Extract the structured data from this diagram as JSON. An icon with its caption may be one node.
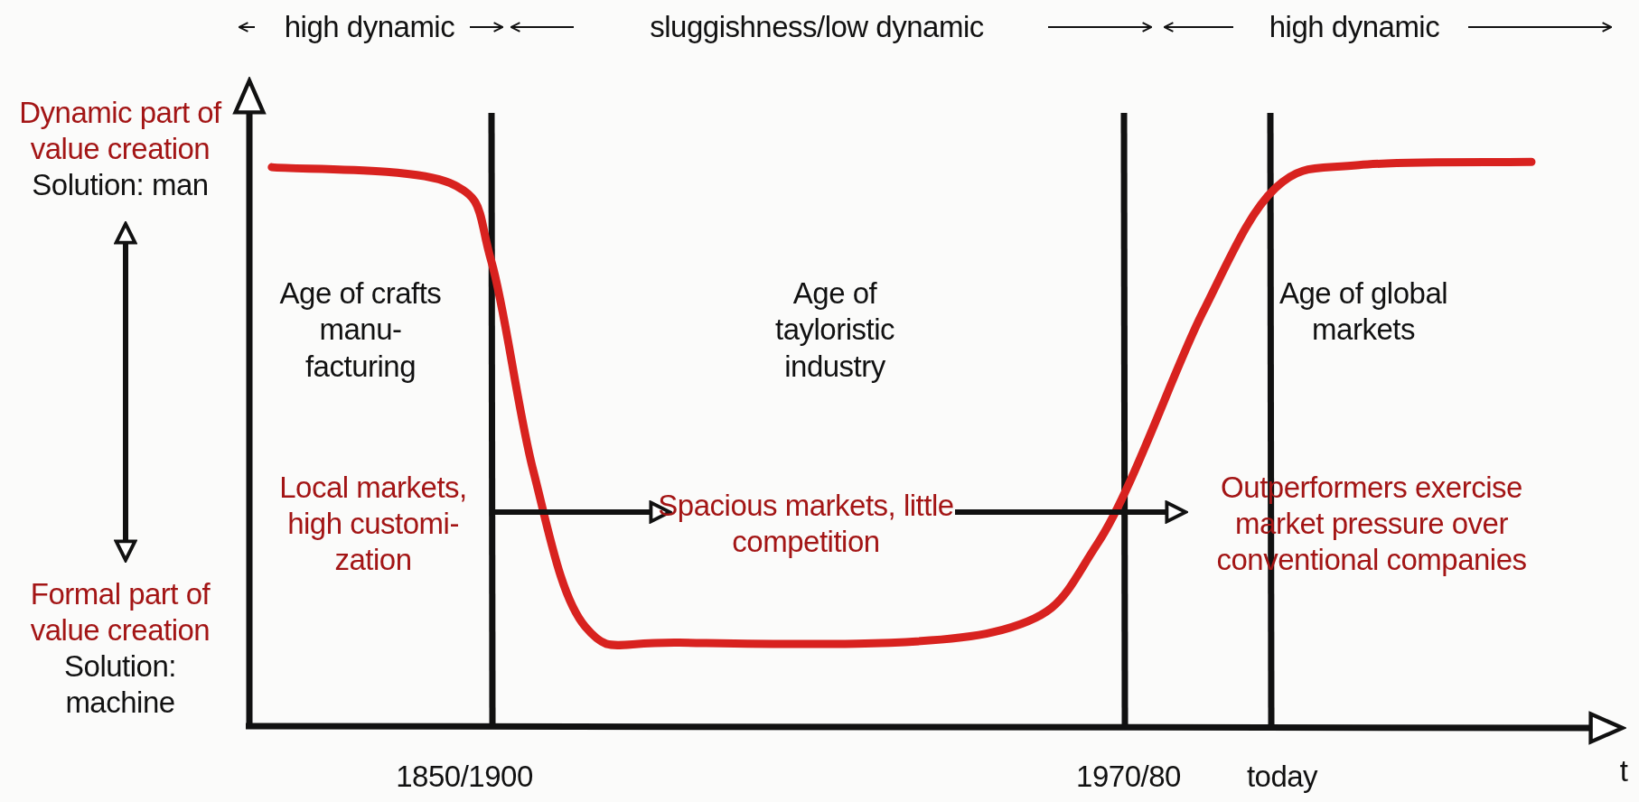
{
  "diagram": {
    "nodes": [
      {
        "text": [
          "Dynamic part of value creation",
          "Solution: man"
        ]
      },
      {
        "text": [
          "Formal part of value creation",
          "Solution: machine"
        ]
      },
      {
        "text": [
          "Local markets, high customi-zation"
        ]
      },
      {
        "text": [
          "Spacious markets, little competition"
        ]
      },
      {
        "text": [
          "Outperformers exercise market pressure over conventional companies"
        ]
      }
    ],
    "edges": [
      {
        "from": 0,
        "to": 1,
        "arrow": "both"
      },
      {
        "from": 2,
        "to": 3,
        "arrow": "to"
      },
      {
        "from": 3,
        "to": 4,
        "arrow": "to"
      }
    ],
    "labels": [
      "high dynamic",
      "sluggishness/low dynamic",
      "high dynamic",
      "Age of crafts manu-facturing",
      "Age of tayloristic industry",
      "Age of global markets",
      "1850/1900",
      "1970/80",
      "today",
      "t"
    ]
  }
}
